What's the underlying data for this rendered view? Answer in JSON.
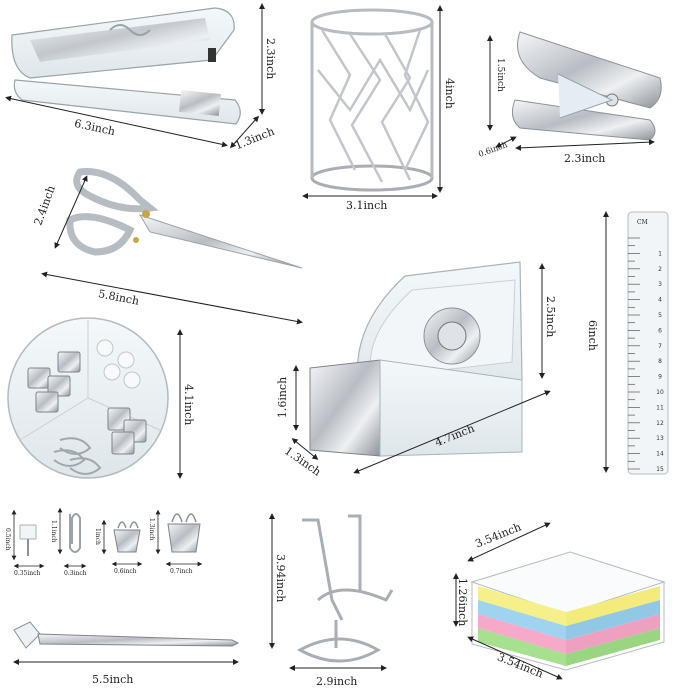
{
  "dimensions": {
    "stapler_length": "6.3inch",
    "stapler_height": "2.3inch",
    "stapler_width": "1.3inch",
    "pen_holder_height": "4inch",
    "pen_holder_diameter": "3.1inch",
    "remover_height": "1.5inch",
    "remover_width": "0.6inch",
    "remover_length": "2.3inch",
    "scissors_height": "2.4inch",
    "scissors_length": "5.8inch",
    "tape_height": "2.5inch",
    "tape_base_height": "1.6inch",
    "tape_width": "1.3inch",
    "tape_length": "4.7inch",
    "ruler_length": "6inch",
    "clip_box_diameter": "4.1inch",
    "pushpin_height": "0.5inch",
    "pushpin_width": "0.35inch",
    "paperclip_height": "1.1inch",
    "paperclip_width": "0.3inch",
    "small_binder_height": "1inch",
    "small_binder_width": "0.6inch",
    "large_binder_height": "1.3inch",
    "large_binder_width": "0.7inch",
    "phone_stand_height": "3.94inch",
    "phone_stand_width": "2.9inch",
    "notes_length": "3.54inch",
    "notes_height": "1.26inch",
    "notes_width": "3.54inch",
    "pen_length": "5.5inch"
  },
  "ruler": {
    "unit": "CM",
    "ticks": [
      "1",
      "2",
      "3",
      "4",
      "5",
      "6",
      "7",
      "8",
      "9",
      "10",
      "11",
      "12",
      "13",
      "14",
      "15"
    ]
  },
  "colors": {
    "silver": "#b8bcc2",
    "acrylic": "#e6edf2",
    "note_yellow": "#f6f08a",
    "note_blue": "#9fd3f0",
    "note_pink": "#f6a9c9",
    "note_green": "#a7e08e"
  }
}
